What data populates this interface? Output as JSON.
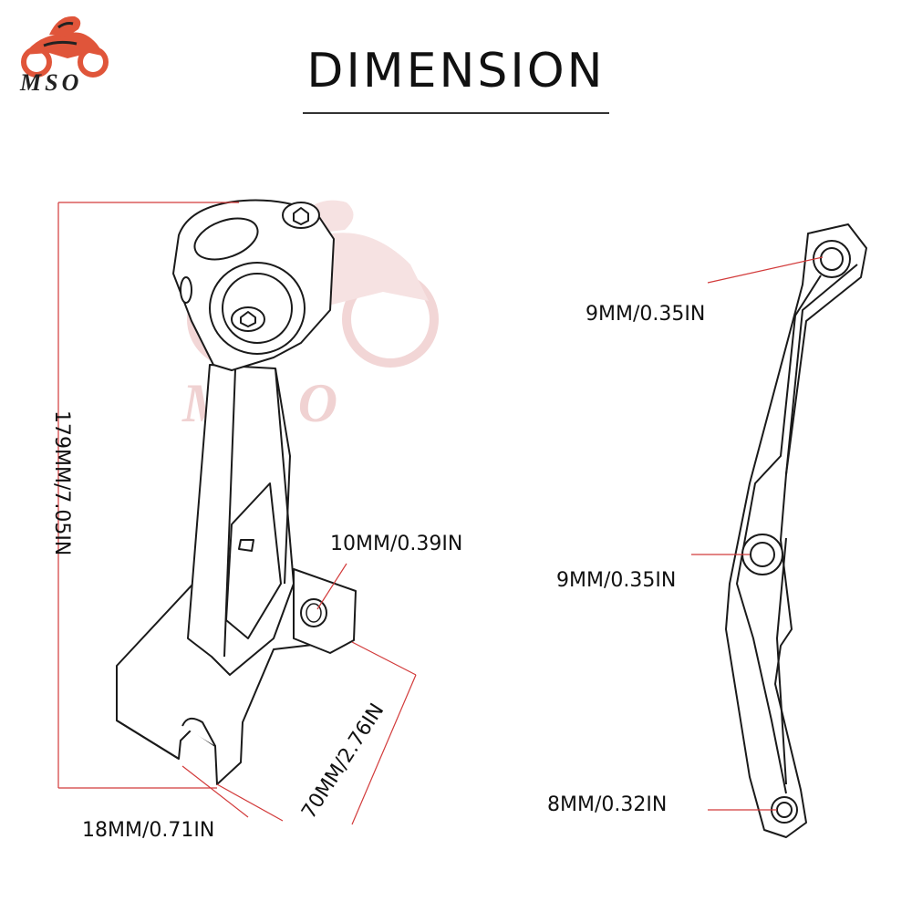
{
  "logo": {
    "text": "MSO",
    "icon": "motorcycle-rider-icon"
  },
  "watermark": {
    "text": "MSO"
  },
  "title": "DIMENSION",
  "colors": {
    "dimension_line": "#d23a3a",
    "outline": "#1a1a1a",
    "logo_red": "#e0553a",
    "watermark": "#f2d6d6"
  },
  "bracket": {
    "height_label": "179MM/7.05IN",
    "hole_label": "10MM/0.39IN",
    "length_label": "70MM/2.76IN",
    "slot_label": "18MM/0.71IN"
  },
  "arm": {
    "top_hole_label": "9MM/0.35IN",
    "middle_hole_label": "9MM/0.35IN",
    "bottom_hole_label": "8MM/0.32IN"
  }
}
